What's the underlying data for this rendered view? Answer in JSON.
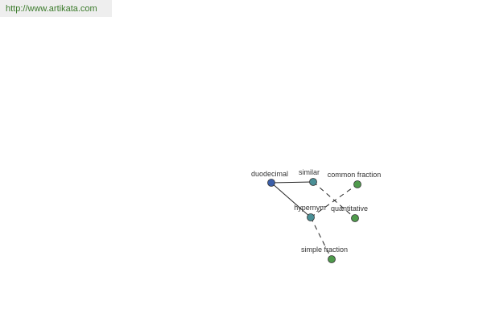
{
  "site": {
    "url": "http://www.artikata.com"
  },
  "colors": {
    "banner_bg": "#eeeeee",
    "url_text": "#3a7a2a",
    "node_root": "#3b5ea8",
    "node_teal": "#4a8f96",
    "node_green": "#4f9a4c",
    "node_stroke": "#333333",
    "edge": "#222222",
    "label": "#333333"
  },
  "graph": {
    "nodes": [
      {
        "id": "duodecimal",
        "label": "duodecimal",
        "kind": "root"
      },
      {
        "id": "similar",
        "label": "similar",
        "kind": "relation"
      },
      {
        "id": "hypernym",
        "label": "hypernym",
        "kind": "relation"
      },
      {
        "id": "common-fraction",
        "label": "common fraction",
        "kind": "term"
      },
      {
        "id": "quantitative",
        "label": "quantitative",
        "kind": "term"
      },
      {
        "id": "simple-fraction",
        "label": "simple fraction",
        "kind": "term"
      }
    ],
    "edges": [
      {
        "from": "duodecimal",
        "to": "similar",
        "style": "solid"
      },
      {
        "from": "duodecimal",
        "to": "hypernym",
        "style": "solid"
      },
      {
        "from": "similar",
        "to": "quantitative",
        "style": "dashed"
      },
      {
        "from": "hypernym",
        "to": "common-fraction",
        "style": "dashed"
      },
      {
        "from": "hypernym",
        "to": "simple-fraction",
        "style": "dashed"
      }
    ]
  }
}
